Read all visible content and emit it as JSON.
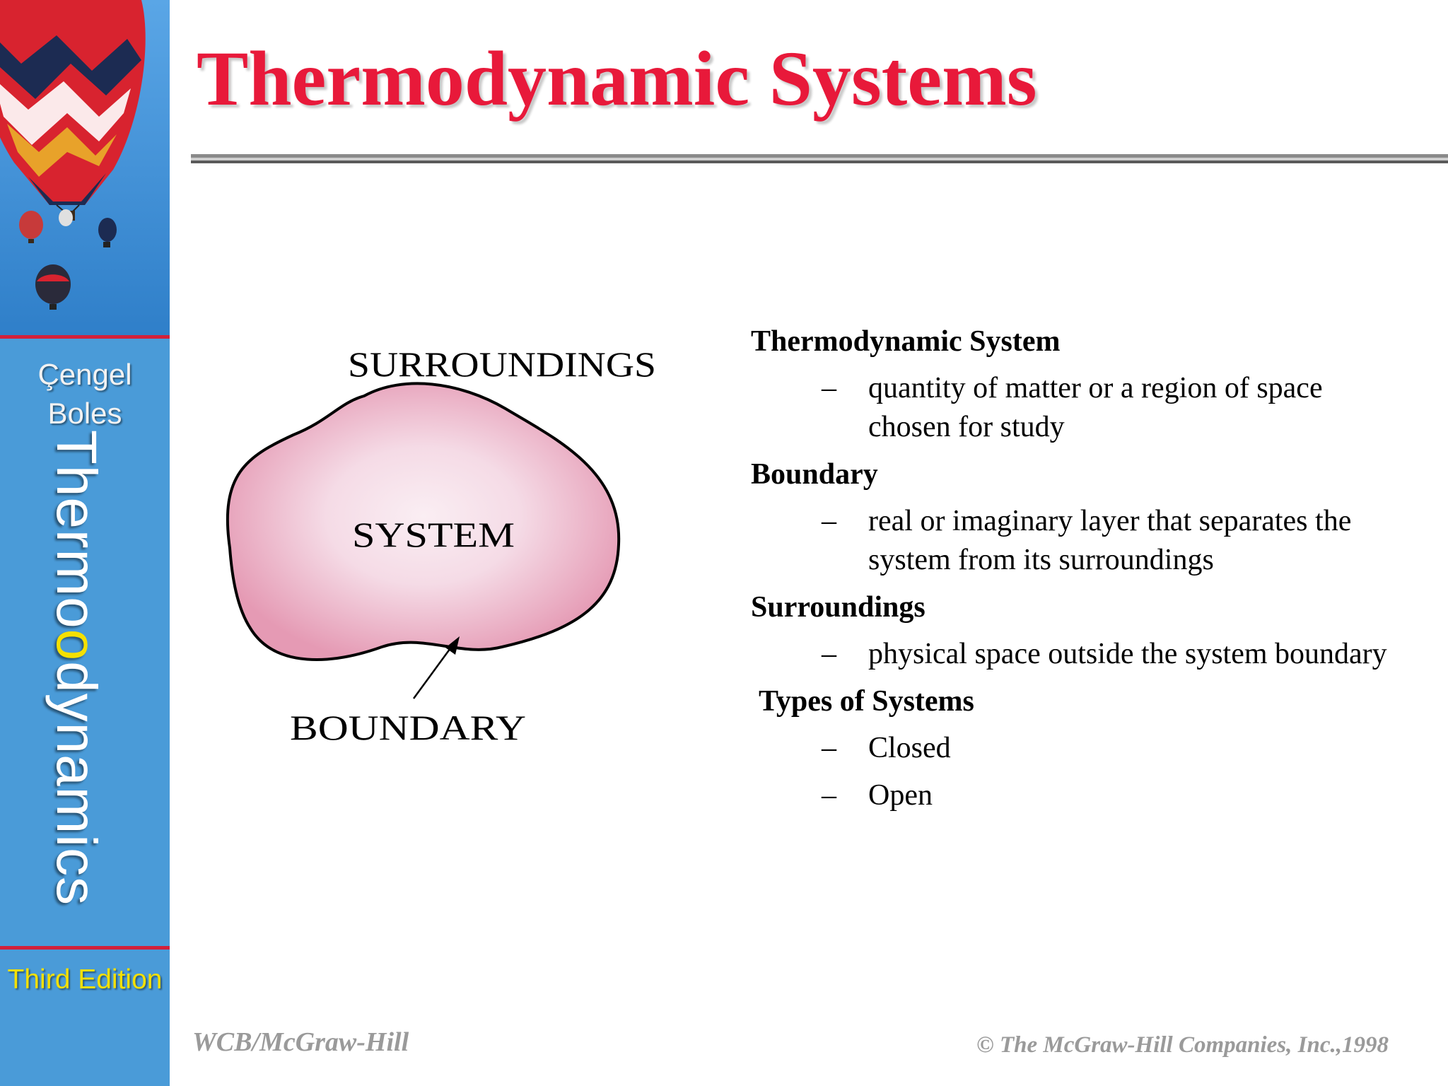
{
  "sidebar": {
    "author_1": "Çengel",
    "author_2": "Boles",
    "book_title_part_1": "Thermo",
    "book_title_part_2": "dynamics",
    "edition": "Third Edition"
  },
  "title": "Thermodynamic Systems",
  "diagram": {
    "surroundings_label": "SURROUNDINGS",
    "system_label": "SYSTEM",
    "boundary_label": "BOUNDARY",
    "blob_color": "#e59ab4",
    "blob_center_color": "#faeef3"
  },
  "definitions": {
    "system_term": "Thermodynamic System",
    "system_desc": "quantity of matter or a region of space chosen for study",
    "boundary_term": "Boundary",
    "boundary_desc": "real or imaginary layer that separates the system from its surroundings",
    "surroundings_term": "Surroundings",
    "surroundings_desc": "physical space outside the system boundary",
    "types_term": "Types of Systems",
    "type_closed": "Closed",
    "type_open": "Open",
    "dash": "–"
  },
  "footer": {
    "publisher": "WCB/McGraw-Hill",
    "copyright": "© The McGraw-Hill Companies, Inc.,1998"
  },
  "colors": {
    "title": "#e8193a",
    "sidebar": "#4a9bd8",
    "sidebar_rule": "#d3203a",
    "highlight_yellow": "#f5e000"
  }
}
